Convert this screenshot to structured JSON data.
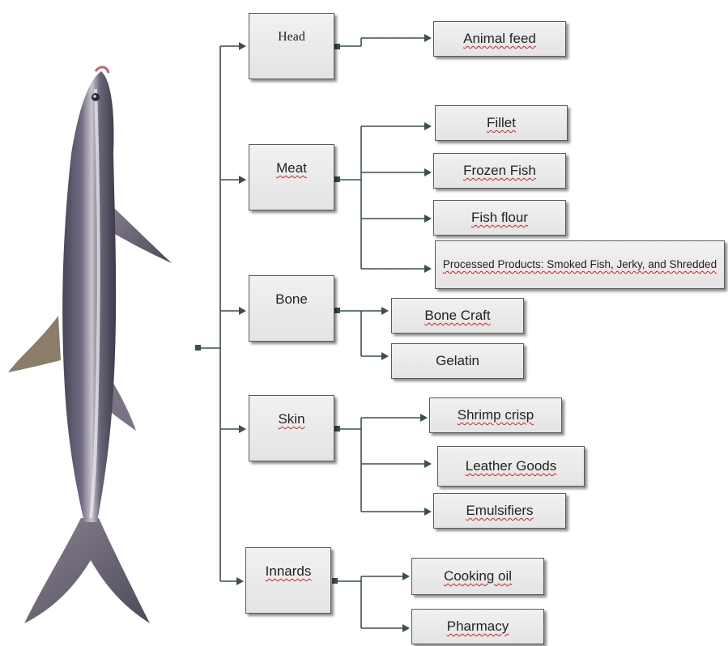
{
  "diagram": {
    "parts": [
      {
        "id": "head",
        "label": "Head"
      },
      {
        "id": "meat",
        "label": "Meat"
      },
      {
        "id": "bone",
        "label": "Bone"
      },
      {
        "id": "skin",
        "label": "Skin"
      },
      {
        "id": "innards",
        "label": "Innards"
      }
    ],
    "products": {
      "head": [
        "Animal feed"
      ],
      "meat": [
        "Fillet",
        "Frozen Fish",
        "Fish flour",
        "Processed Products: Smoked Fish, Jerky, and Shredded"
      ],
      "bone": [
        "Bone Craft",
        "Gelatin"
      ],
      "skin": [
        "Shrimp crisp",
        "Leather Goods",
        "Emulsifiers"
      ],
      "innards": [
        "Cooking oil",
        "Pharmacy"
      ]
    },
    "colors": {
      "connector": "#3a4f4f",
      "box_fill": "#e8e8e8",
      "box_border": "#5a5a5a",
      "spellcheck_underline": "#d21f1f"
    },
    "fish_image": "fish-illustration"
  }
}
